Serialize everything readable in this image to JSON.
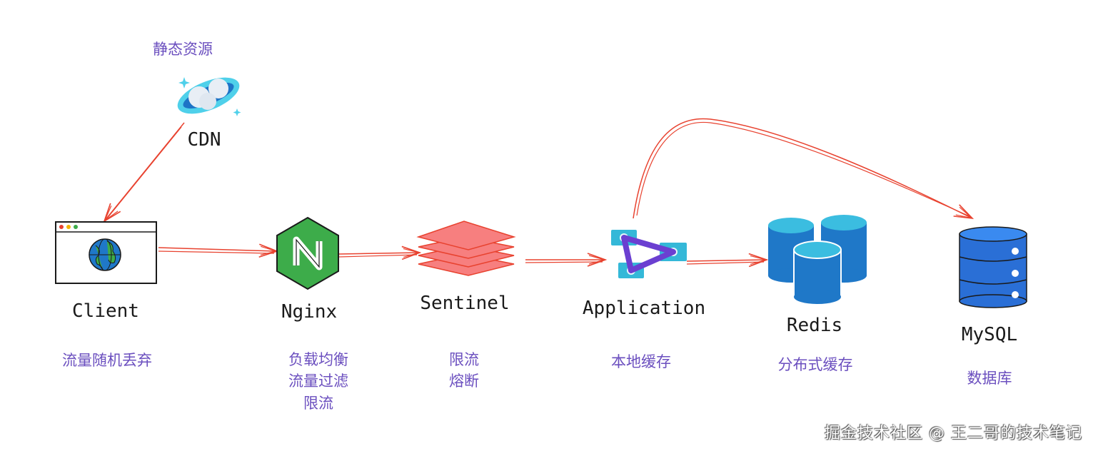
{
  "colors": {
    "arrow": "#e8422f",
    "chinese_text": "#6b4fbf",
    "nginx_green": "#3dac4a",
    "sentinel_red": "#f77f7f",
    "redis_blue": "#1f78c8",
    "mysql_blue": "#2a6fd6",
    "cdn_cyan": "#4fd0ea",
    "app_purple": "#6b3fd1"
  },
  "nodes": {
    "cdn": {
      "name": "CDN",
      "desc": [
        "静态资源"
      ],
      "icon": "cdn-cloud-icon"
    },
    "client": {
      "name": "Client",
      "desc": [
        "流量随机丢弃"
      ],
      "icon": "browser-globe-icon"
    },
    "nginx": {
      "name": "Nginx",
      "desc": [
        "负载均衡",
        "流量过滤",
        "限流"
      ],
      "icon": "nginx-hexagon-icon"
    },
    "sentinel": {
      "name": "Sentinel",
      "desc": [
        "限流",
        "熔断"
      ],
      "icon": "layers-stack-icon"
    },
    "application": {
      "name": "Application",
      "desc": [
        "本地缓存"
      ],
      "icon": "application-triangle-icon"
    },
    "redis": {
      "name": "Redis",
      "desc": [
        "分布式缓存"
      ],
      "icon": "redis-cluster-icon"
    },
    "mysql": {
      "name": "MySQL",
      "desc": [
        "数据库"
      ],
      "icon": "database-cylinder-icon"
    }
  },
  "edges": [
    {
      "from": "CDN",
      "to": "Client"
    },
    {
      "from": "Client",
      "to": "Nginx"
    },
    {
      "from": "Nginx",
      "to": "Sentinel"
    },
    {
      "from": "Sentinel",
      "to": "Application"
    },
    {
      "from": "Application",
      "to": "Redis"
    },
    {
      "from": "Application",
      "to": "MySQL"
    }
  ],
  "watermark": "掘金技术社区 @ 王二哥的技术笔记"
}
